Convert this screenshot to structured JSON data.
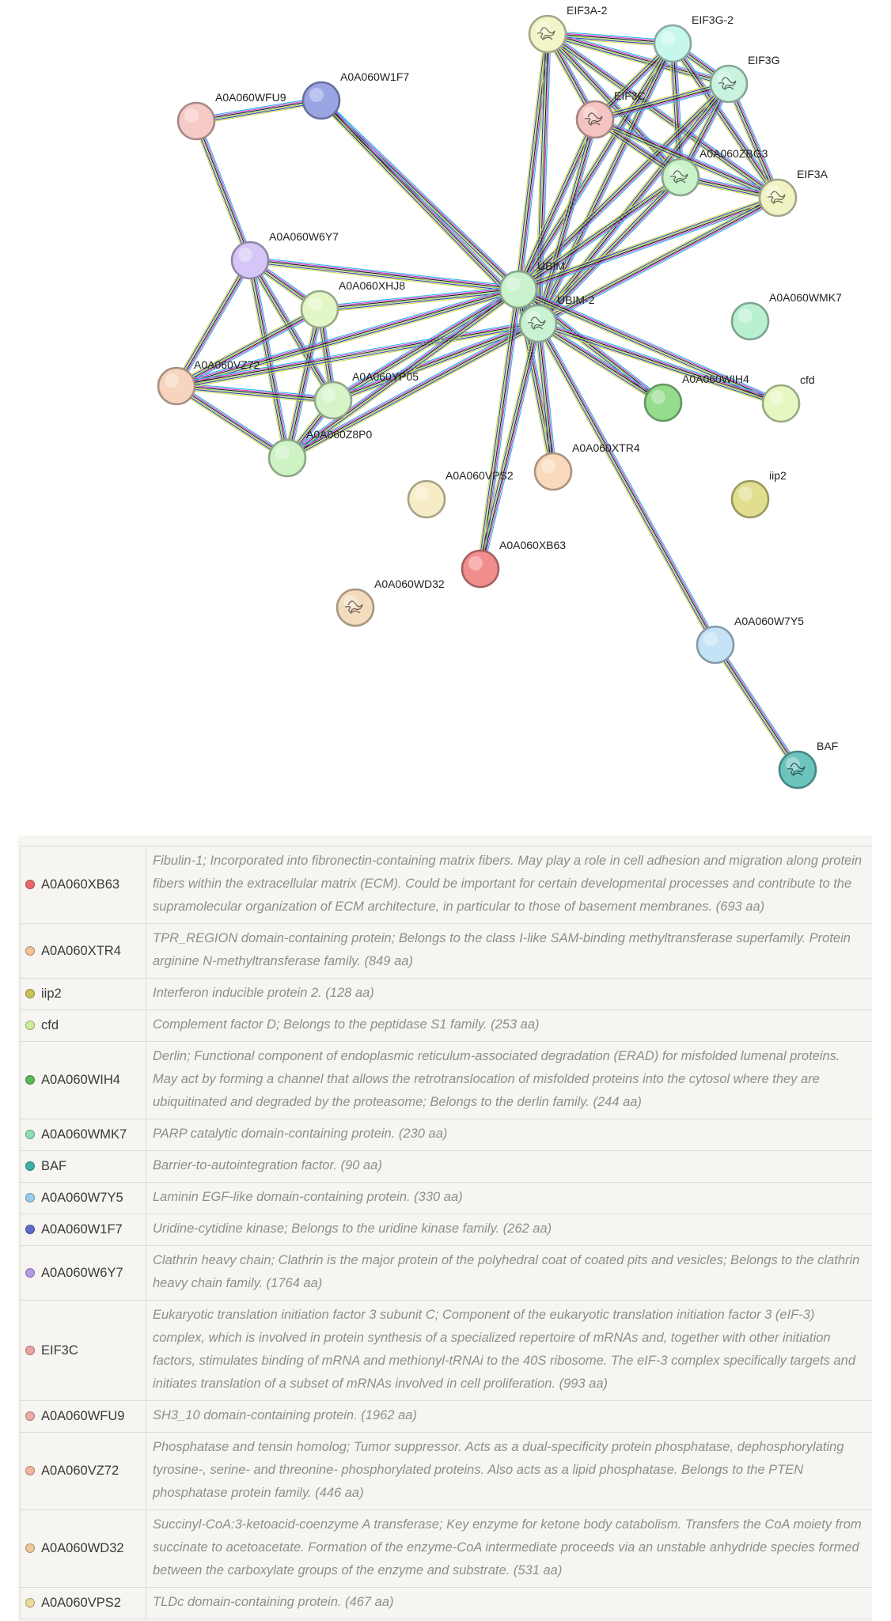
{
  "network": {
    "nodes": [
      {
        "id": "EIF3A-2",
        "label": "EIF3A-2",
        "color": "#f1f5c8",
        "structure": true
      },
      {
        "id": "EIF3G-2",
        "label": "EIF3G-2",
        "color": "#c6f7ec"
      },
      {
        "id": "EIF3G",
        "label": "EIF3G",
        "color": "#c8f3df",
        "structure": true
      },
      {
        "id": "EIF3C",
        "label": "EIF3C",
        "color": "#f4c4c2",
        "structure": true
      },
      {
        "id": "A0A060ZBG3",
        "label": "A0A060ZBG3",
        "color": "#c9f2c9",
        "structure": true
      },
      {
        "id": "EIF3A",
        "label": "EIF3A",
        "color": "#f1f3c4",
        "structure": true
      },
      {
        "id": "A0A060W1F7",
        "label": "A0A060W1F7",
        "color": "#9aa5e3"
      },
      {
        "id": "A0A060WFU9",
        "label": "A0A060WFU9",
        "color": "#f6cac6"
      },
      {
        "id": "A0A060W6Y7",
        "label": "A0A060W6Y7",
        "color": "#d5c6f7"
      },
      {
        "id": "UBIM",
        "label": "UBIM",
        "color": "#c9f2cd"
      },
      {
        "id": "UBIM-2",
        "label": "UBIM-2",
        "color": "#c9f2d2",
        "structure": true
      },
      {
        "id": "A0A060XHJ8",
        "label": "A0A060XHJ8",
        "color": "#e3f7c6"
      },
      {
        "id": "A0A060WMK7",
        "label": "A0A060WMK7",
        "color": "#b9f0d2"
      },
      {
        "id": "A0A060VZ72",
        "label": "A0A060VZ72",
        "color": "#f6d4bf"
      },
      {
        "id": "A0A060YP05",
        "label": "A0A060YP05",
        "color": "#d6f4c8"
      },
      {
        "id": "A0A060WIH4",
        "label": "A0A060WIH4",
        "color": "#95dc8d"
      },
      {
        "id": "cfd",
        "label": "cfd",
        "color": "#e6f8c1"
      },
      {
        "id": "A0A060Z8P0",
        "label": "A0A060Z8P0",
        "color": "#cdf2c4"
      },
      {
        "id": "A0A060VPS2",
        "label": "A0A060VPS2",
        "color": "#f6edc7"
      },
      {
        "id": "A0A060XTR4",
        "label": "A0A060XTR4",
        "color": "#fad9bd"
      },
      {
        "id": "iip2",
        "label": "iip2",
        "color": "#e1df8f"
      },
      {
        "id": "A0A060XB63",
        "label": "A0A060XB63",
        "color": "#f28d8d"
      },
      {
        "id": "A0A060WD32",
        "label": "A0A060WD32",
        "color": "#f2dcbd",
        "structure": true
      },
      {
        "id": "A0A060W7Y5",
        "label": "A0A060W7Y5",
        "color": "#c4e3f7"
      },
      {
        "id": "BAF",
        "label": "BAF",
        "color": "#6cc4be",
        "structure": true
      }
    ],
    "edges": [
      [
        "EIF3A-2",
        "EIF3G-2"
      ],
      [
        "EIF3A-2",
        "EIF3G"
      ],
      [
        "EIF3A-2",
        "EIF3C"
      ],
      [
        "EIF3A-2",
        "A0A060ZBG3"
      ],
      [
        "EIF3A-2",
        "EIF3A"
      ],
      [
        "EIF3A-2",
        "UBIM"
      ],
      [
        "EIF3A-2",
        "UBIM-2"
      ],
      [
        "EIF3G-2",
        "EIF3G"
      ],
      [
        "EIF3G-2",
        "EIF3C"
      ],
      [
        "EIF3G-2",
        "A0A060ZBG3"
      ],
      [
        "EIF3G-2",
        "EIF3A"
      ],
      [
        "EIF3G-2",
        "UBIM"
      ],
      [
        "EIF3G-2",
        "UBIM-2"
      ],
      [
        "EIF3G",
        "EIF3C"
      ],
      [
        "EIF3G",
        "A0A060ZBG3"
      ],
      [
        "EIF3G",
        "EIF3A"
      ],
      [
        "EIF3G",
        "UBIM"
      ],
      [
        "EIF3G",
        "UBIM-2"
      ],
      [
        "EIF3C",
        "A0A060ZBG3"
      ],
      [
        "EIF3C",
        "EIF3A"
      ],
      [
        "EIF3C",
        "UBIM"
      ],
      [
        "EIF3C",
        "UBIM-2"
      ],
      [
        "A0A060ZBG3",
        "EIF3A"
      ],
      [
        "A0A060ZBG3",
        "UBIM"
      ],
      [
        "A0A060ZBG3",
        "UBIM-2"
      ],
      [
        "EIF3A",
        "UBIM"
      ],
      [
        "EIF3A",
        "UBIM-2"
      ],
      [
        "A0A060WFU9",
        "A0A060W1F7"
      ],
      [
        "A0A060WFU9",
        "A0A060W6Y7"
      ],
      [
        "A0A060W1F7",
        "UBIM"
      ],
      [
        "A0A060W1F7",
        "UBIM-2"
      ],
      [
        "A0A060W6Y7",
        "UBIM"
      ],
      [
        "A0A060W6Y7",
        "A0A060XHJ8"
      ],
      [
        "A0A060W6Y7",
        "A0A060VZ72"
      ],
      [
        "A0A060W6Y7",
        "A0A060YP05"
      ],
      [
        "A0A060W6Y7",
        "A0A060Z8P0"
      ],
      [
        "A0A060XHJ8",
        "UBIM"
      ],
      [
        "A0A060XHJ8",
        "A0A060VZ72"
      ],
      [
        "A0A060XHJ8",
        "A0A060YP05"
      ],
      [
        "A0A060XHJ8",
        "A0A060Z8P0"
      ],
      [
        "A0A060VZ72",
        "A0A060YP05"
      ],
      [
        "A0A060VZ72",
        "A0A060Z8P0"
      ],
      [
        "A0A060VZ72",
        "UBIM"
      ],
      [
        "A0A060VZ72",
        "UBIM-2"
      ],
      [
        "A0A060YP05",
        "A0A060Z8P0"
      ],
      [
        "A0A060YP05",
        "UBIM"
      ],
      [
        "A0A060YP05",
        "UBIM-2"
      ],
      [
        "A0A060Z8P0",
        "UBIM"
      ],
      [
        "A0A060Z8P0",
        "UBIM-2"
      ],
      [
        "UBIM",
        "UBIM-2"
      ],
      [
        "UBIM",
        "A0A060WIH4"
      ],
      [
        "UBIM",
        "cfd"
      ],
      [
        "UBIM",
        "A0A060XTR4"
      ],
      [
        "UBIM",
        "A0A060XB63"
      ],
      [
        "UBIM-2",
        "A0A060WIH4"
      ],
      [
        "UBIM-2",
        "cfd"
      ],
      [
        "UBIM-2",
        "A0A060XTR4"
      ],
      [
        "UBIM-2",
        "A0A060XB63"
      ],
      [
        "UBIM-2",
        "A0A060W7Y5"
      ],
      [
        "A0A060W7Y5",
        "BAF"
      ]
    ],
    "edge_colors": [
      "#29b9e3",
      "#d23bd2",
      "#1c1c1c",
      "#9ad04a",
      "#3a3ab0",
      "#c9dd46"
    ]
  },
  "legend": [
    {
      "name": "A0A060XB63",
      "color": "#e9676a",
      "desc": "Fibulin-1; Incorporated into fibronectin-containing matrix fibers. May play a role in cell adhesion and migration along protein fibers within the extracellular matrix (ECM). Could be important for certain developmental processes and contribute to the supramolecular organization of ECM architecture, in particular to those of basement membranes. (693 aa)"
    },
    {
      "name": "A0A060XTR4",
      "color": "#f3c39d",
      "desc": "TPR_REGION domain-containing protein; Belongs to the class I-like SAM-binding methyltransferase superfamily. Protein arginine N-methyltransferase family. (849 aa)"
    },
    {
      "name": "iip2",
      "color": "#c9c25a",
      "desc": "Interferon inducible protein 2. (128 aa)"
    },
    {
      "name": "cfd",
      "color": "#cfec9c",
      "desc": "Complement factor D; Belongs to the peptidase S1 family. (253 aa)"
    },
    {
      "name": "A0A060WIH4",
      "color": "#5cb85c",
      "desc": "Derlin; Functional component of endoplasmic reticulum-associated degradation (ERAD) for misfolded lumenal proteins. May act by forming a channel that allows the retrotranslocation of misfolded proteins into the cytosol where they are ubiquitinated and degraded by the proteasome; Belongs to the derlin family. (244 aa)"
    },
    {
      "name": "A0A060WMK7",
      "color": "#8ee0b4",
      "desc": "PARP catalytic domain-containing protein. (230 aa)"
    },
    {
      "name": "BAF",
      "color": "#3fb0a8",
      "desc": "Barrier-to-autointegration factor. (90 aa)"
    },
    {
      "name": "A0A060W7Y5",
      "color": "#98cdee",
      "desc": "Laminin EGF-like domain-containing protein. (330 aa)"
    },
    {
      "name": "A0A060W1F7",
      "color": "#5e6bc9",
      "desc": "Uridine-cytidine kinase; Belongs to the uridine kinase family. (262 aa)"
    },
    {
      "name": "A0A060W6Y7",
      "color": "#b59ae8",
      "desc": "Clathrin heavy chain; Clathrin is the major protein of the polyhedral coat of coated pits and vesicles; Belongs to the clathrin heavy chain family. (1764 aa)"
    },
    {
      "name": "EIF3C",
      "color": "#eba3a3",
      "desc": "Eukaryotic translation initiation factor 3 subunit C; Component of the eukaryotic translation initiation factor 3 (eIF-3) complex, which is involved in protein synthesis of a specialized repertoire of mRNAs and, together with other initiation factors, stimulates binding of mRNA and methionyl-tRNAi to the 40S ribosome. The eIF-3 complex specifically targets and initiates translation of a subset of mRNAs involved in cell proliferation. (993 aa)"
    },
    {
      "name": "A0A060WFU9",
      "color": "#eeaaa5",
      "desc": "SH3_10 domain-containing protein. (1962 aa)"
    },
    {
      "name": "A0A060VZ72",
      "color": "#f0b89a",
      "desc": "Phosphatase and tensin homolog; Tumor suppressor. Acts as a dual-specificity protein phosphatase, dephosphorylating tyrosine-, serine- and threonine- phosphorylated proteins. Also acts as a lipid phosphatase. Belongs to the PTEN phosphatase protein family. (446 aa)"
    },
    {
      "name": "A0A060WD32",
      "color": "#edc99b",
      "desc": "Succinyl-CoA:3-ketoacid-coenzyme A transferase; Key enzyme for ketone body catabolism. Transfers the CoA moiety from succinate to acetoacetate. Formation of the enzyme-CoA intermediate proceeds via an unstable anhydride species formed between the carboxylate groups of the enzyme and substrate. (531 aa)"
    },
    {
      "name": "A0A060VPS2",
      "color": "#eedb9c",
      "desc": "TLDc domain-containing protein. (467 aa)"
    }
  ]
}
